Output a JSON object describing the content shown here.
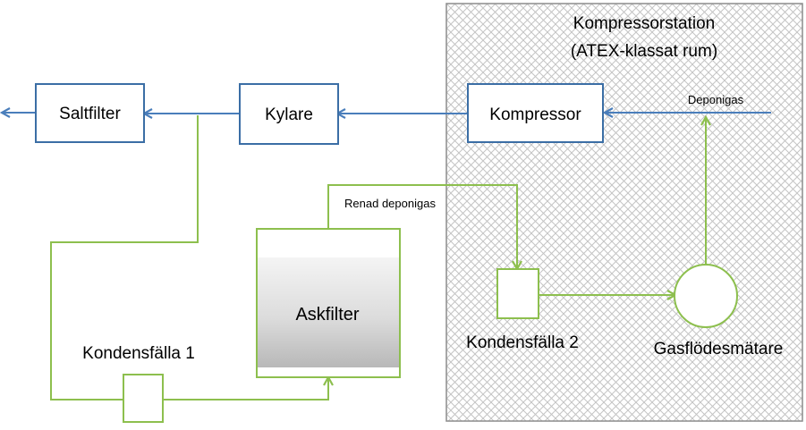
{
  "station": {
    "title_line1": "Kompressorstation",
    "title_line2": "(ATEX-klassat rum)"
  },
  "nodes": {
    "saltfilter": "Saltfilter",
    "kylare": "Kylare",
    "kompressor": "Kompressor",
    "askfilter": "Askfilter",
    "kondensfalla1": "Kondensfälla 1",
    "kondensfalla2": "Kondensfälla 2",
    "gasflodesmatare": "Gasflödesmätare"
  },
  "flows": {
    "deponigas": "Deponigas",
    "renad_deponigas": "Renad deponigas"
  },
  "colors": {
    "blue_line": "#4a7ebb",
    "blue_box": "#3b6ea5",
    "green_line": "#8dbf4e",
    "hatch": "#bfbfbf",
    "station_border": "#8c8c8c"
  }
}
